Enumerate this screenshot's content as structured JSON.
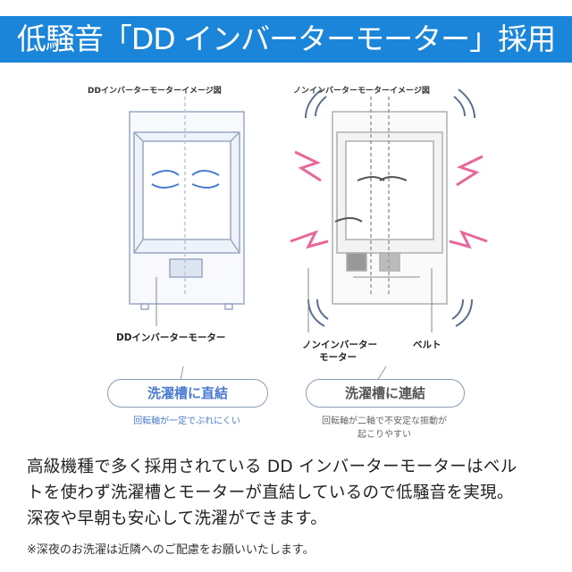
{
  "banner": {
    "title": "低騒音「DD インバーターモーター」採用"
  },
  "left": {
    "title": "DDインバーターモーターイメージ図",
    "motor_label": "DDインバーターモーター",
    "bubble": "洗濯槽に直結",
    "caption": "回転軸が一定でぶれにくい"
  },
  "right": {
    "title": "ノンインバーターモーターイメージ図",
    "motor_label_1": "ノンインバーター",
    "motor_label_2": "モーター",
    "belt_label": "ベルト",
    "bubble": "洗濯槽に連結",
    "caption_1": "回転軸が二軸で不安定な振動が",
    "caption_2": "起こりやすい"
  },
  "body": {
    "line1": "高級機種で多く採用されている DD インバーターモーターはベル",
    "line2": "トを使わず洗濯槽とモーターが直結しているので低騒音を実現。",
    "line3": "深夜や早朝も安心して洗濯ができます。",
    "note": "※深夜のお洗濯は近隣へのご配慮をお願いいたします。"
  },
  "colors": {
    "banner": "#1b86d9",
    "left_accent": "#4a7bd0",
    "vibration": "#e8679a",
    "waves": "#5b6f94"
  }
}
